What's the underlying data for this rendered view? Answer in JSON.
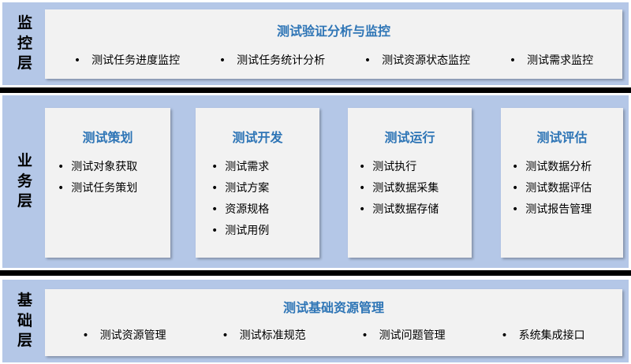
{
  "monitor_layer": {
    "label": [
      "监",
      "控",
      "层"
    ],
    "title": "测试验证分析与监控",
    "items": [
      "测试任务进度监控",
      "测试任务统计分析",
      "测试资源状态监控",
      "测试需求监控"
    ]
  },
  "business_layer": {
    "label": [
      "业",
      "务",
      "层"
    ],
    "modules": [
      {
        "title": "测试策划",
        "items": [
          "测试对象获取",
          "测试任务策划"
        ]
      },
      {
        "title": "测试开发",
        "items": [
          "测试需求",
          "测试方案",
          "资源规格",
          "测试用例"
        ]
      },
      {
        "title": "测试运行",
        "items": [
          "测试执行",
          "测试数据采集",
          "测试数据存储"
        ]
      },
      {
        "title": "测试评估",
        "items": [
          "测试数据分析",
          "测试数据评估",
          "测试报告管理"
        ]
      }
    ]
  },
  "base_layer": {
    "label": [
      "基",
      "础",
      "层"
    ],
    "title": "测试基础资源管理",
    "items": [
      "测试资源管理",
      "测试标准规范",
      "测试问题管理",
      "系统集成接口"
    ]
  },
  "colors": {
    "band": "#b4c7e7",
    "panel": "#f2f2f2",
    "title": "#2e75b6",
    "divider": "#000000"
  }
}
